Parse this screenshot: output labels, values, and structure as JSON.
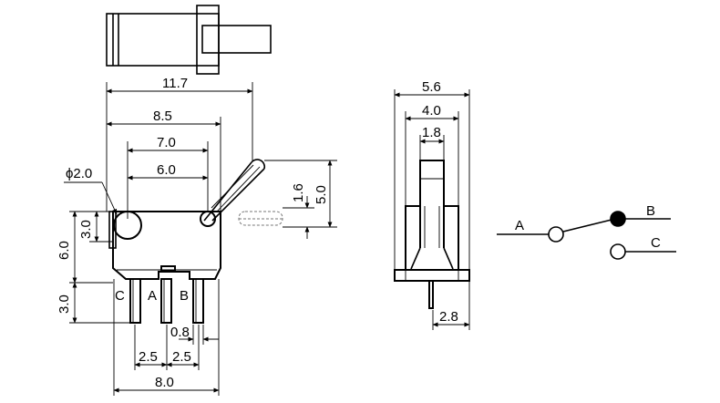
{
  "side_view": {
    "dimensions": {
      "overall_length": "11.7",
      "body_length": "8.5",
      "pivot_distance": "7.0",
      "hole_distance": "6.0",
      "hole_diameter": "ϕ2.0",
      "lever_offset": "1.6",
      "lever_height": "5.0",
      "hole_height": "3.0",
      "body_height": "6.0",
      "terminal_length": "3.0",
      "terminal_width": "0.8",
      "pitch_left": "2.5",
      "pitch_right": "2.5",
      "base_length": "8.0"
    },
    "terminal_labels": {
      "c": "C",
      "a": "A",
      "b": "B"
    }
  },
  "end_view": {
    "dimensions": {
      "total_width": "5.6",
      "body_width": "4.0",
      "actuator_width": "1.8",
      "terminal_offset": "2.8"
    }
  },
  "circuit": {
    "labels": {
      "a": "A",
      "b": "B",
      "c": "C"
    }
  }
}
